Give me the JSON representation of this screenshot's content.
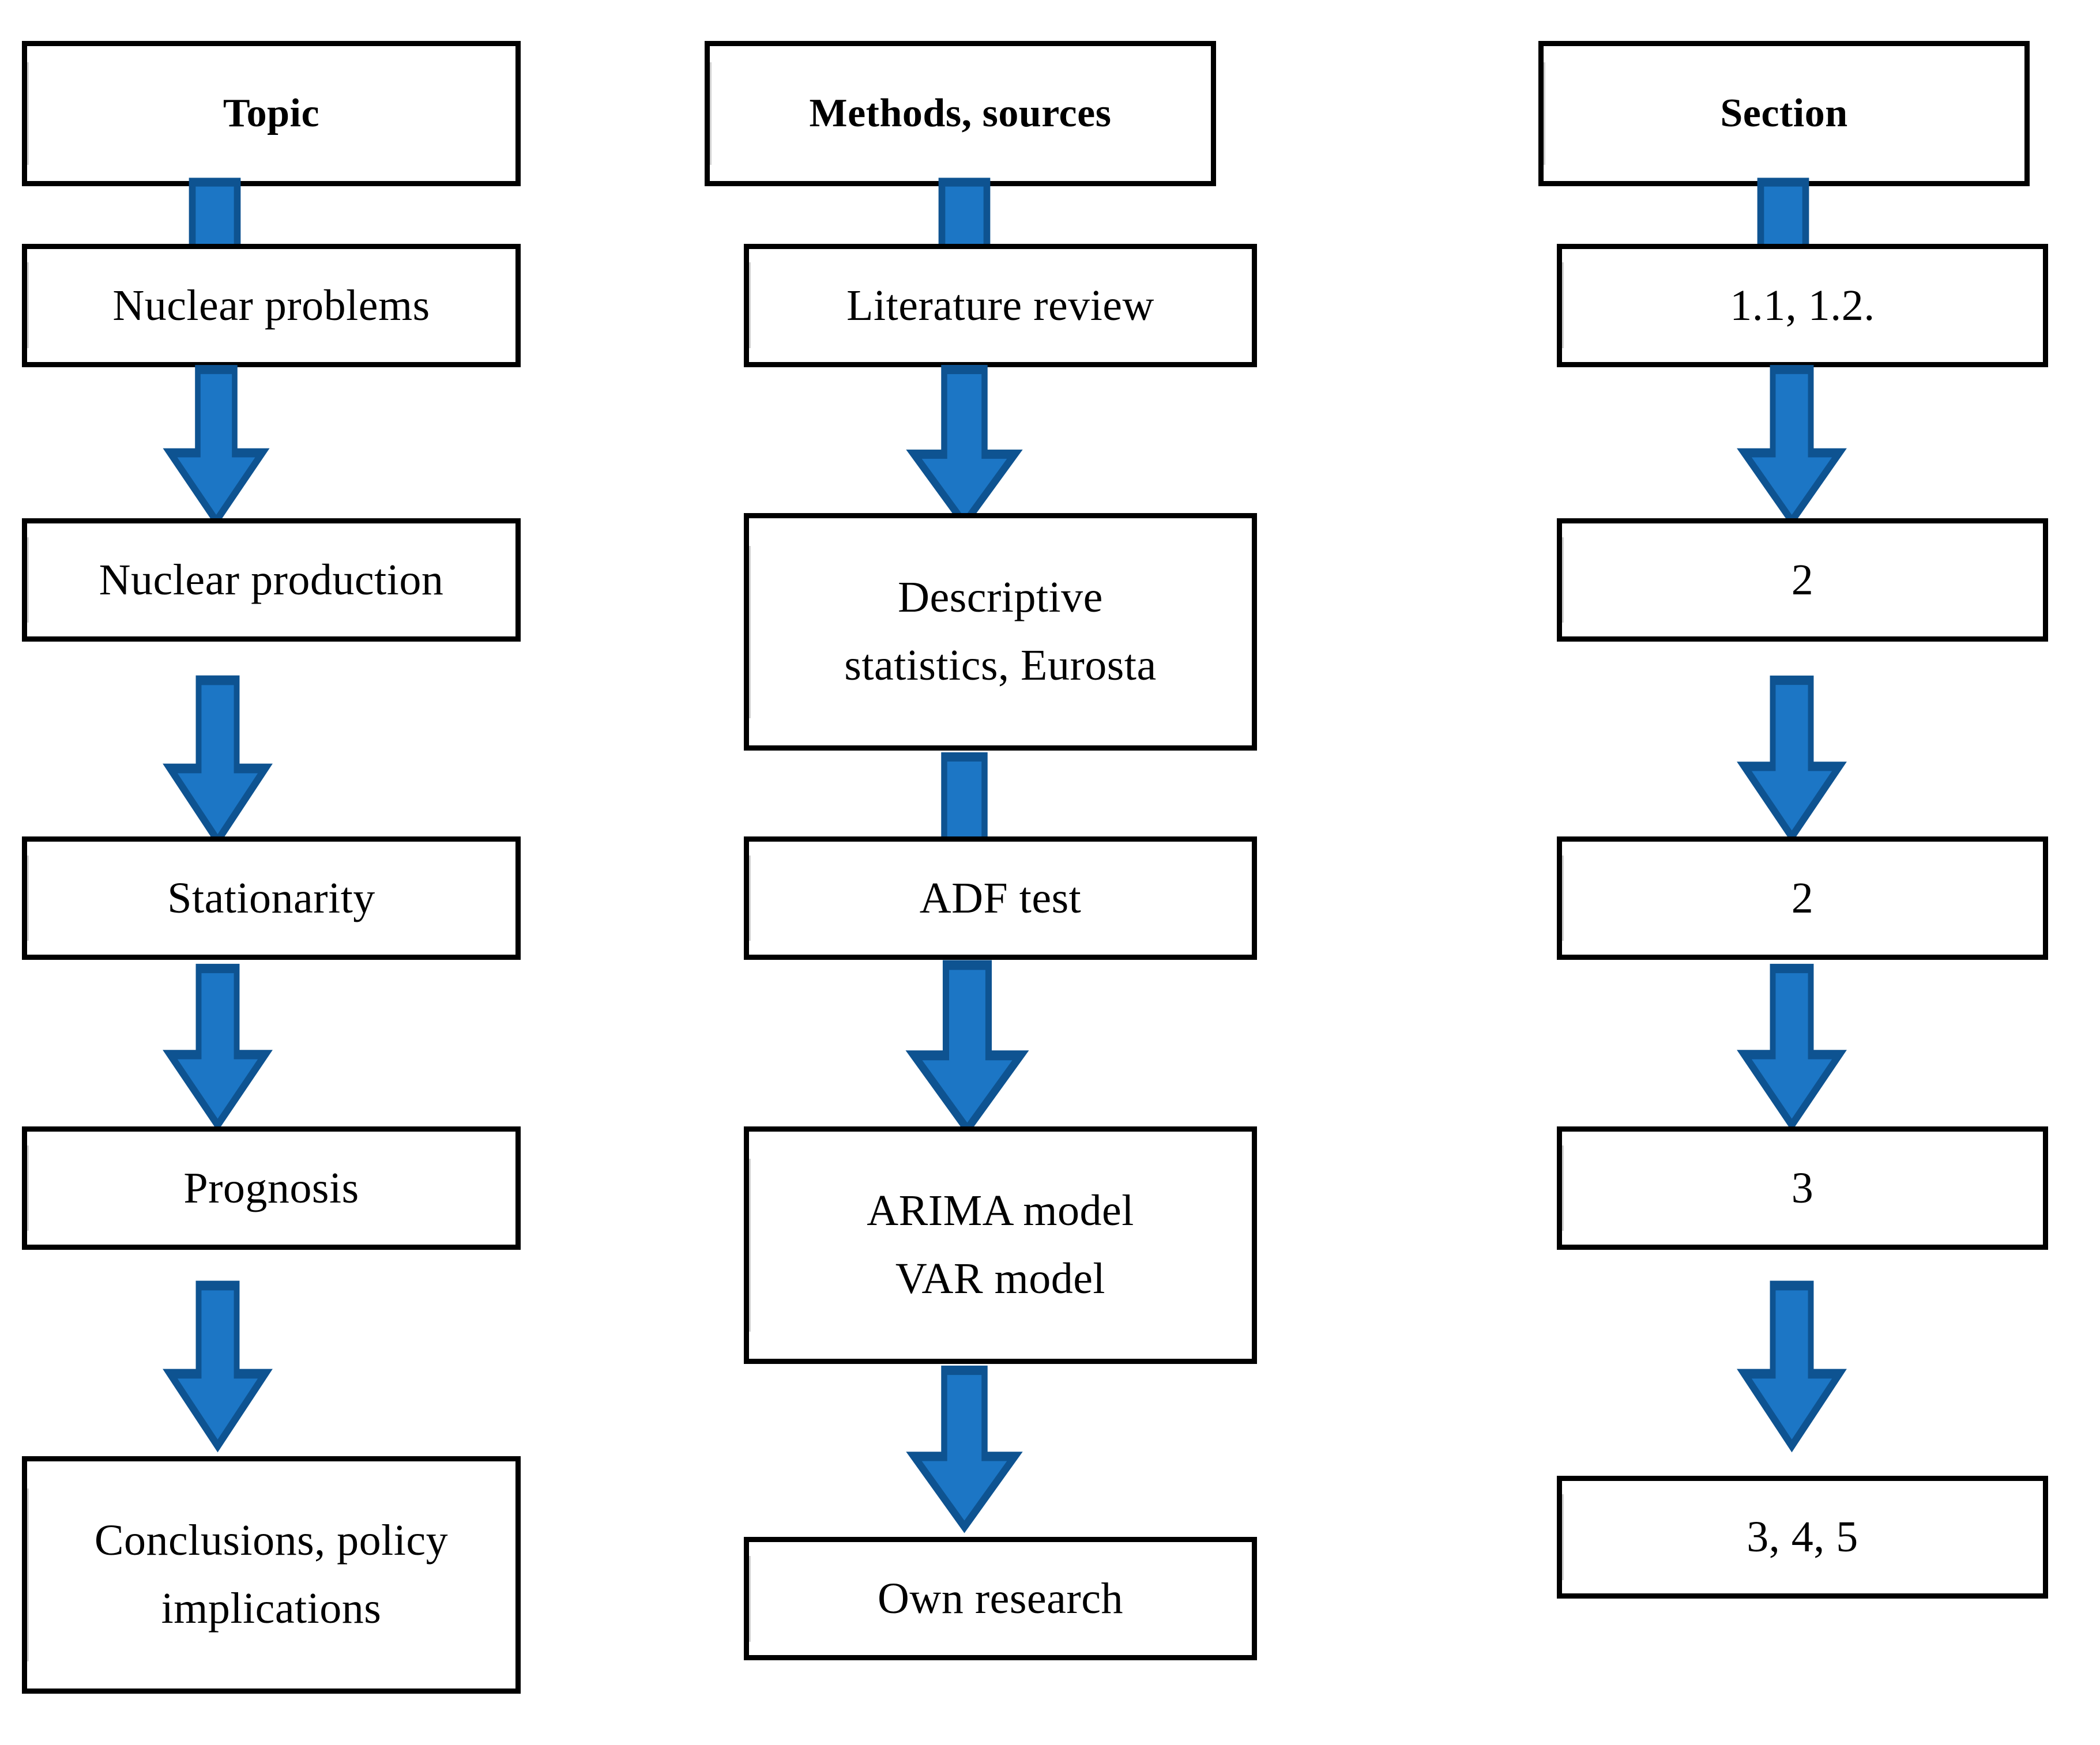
{
  "diagram": {
    "title": "Research framework flowchart",
    "colors": {
      "arrow_fill": "#1C76C5",
      "arrow_stroke": "#0E5391",
      "box_border": "#000000",
      "box_fill": "#FFFFFF",
      "text": "#000000"
    },
    "columns": [
      {
        "id": "topic",
        "header": "Topic",
        "nodes": [
          "Nuclear problems",
          "Nuclear production",
          "Stationarity",
          "Prognosis",
          "Conclusions, policy\nimplications"
        ]
      },
      {
        "id": "methods-sources",
        "header": "Methods, sources",
        "nodes": [
          "Literature review",
          "Descriptive\nstatistics, Eurosta",
          "ADF test",
          "ARIMA model\nVAR model",
          "Own research"
        ]
      },
      {
        "id": "section",
        "header": "Section",
        "nodes": [
          "1.1, 1.2.",
          "2",
          "2",
          "3",
          "3, 4, 5"
        ]
      }
    ],
    "arrow_count": 15,
    "arrow_label": "down-arrow"
  }
}
